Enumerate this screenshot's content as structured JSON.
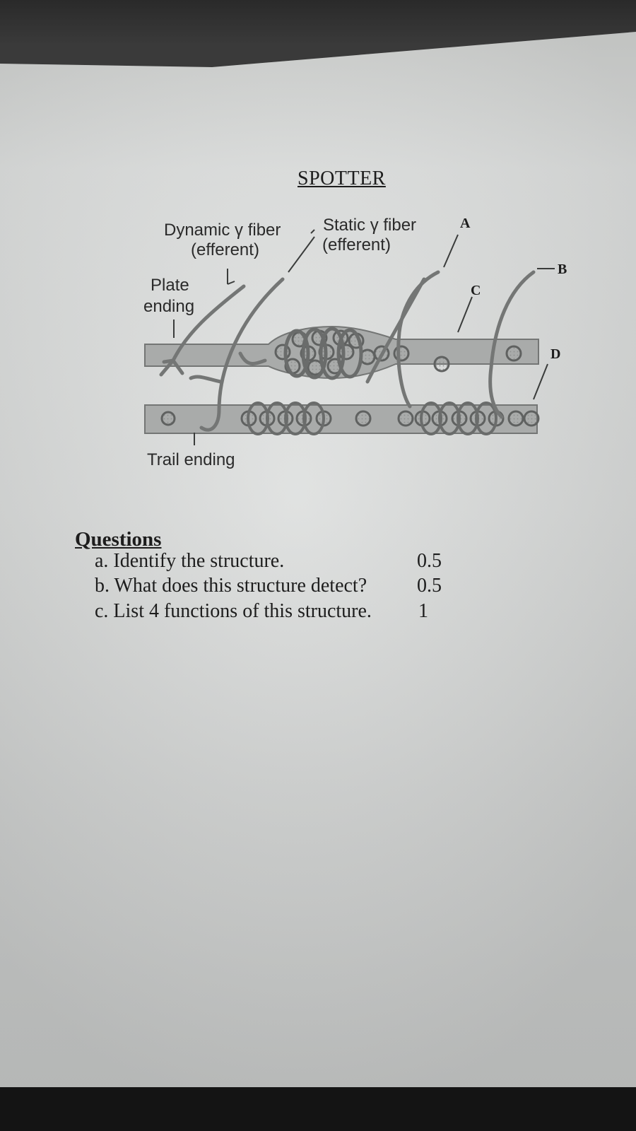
{
  "sheet": {
    "title": "SPOTTER"
  },
  "diagram": {
    "labels": {
      "dynamic_line1": "Dynamic γ fiber",
      "dynamic_line2": "(efferent)",
      "static_line1": "Static γ fiber",
      "static_line2": "(efferent)",
      "plate_line1": "Plate",
      "plate_line2": "ending",
      "trail": "Trail ending",
      "letter_a": "A",
      "letter_b": "B",
      "letter_c": "C",
      "letter_d": "D"
    }
  },
  "questions": {
    "heading": "Questions",
    "items": [
      {
        "text": "a. Identify the structure.",
        "marks": "0.5"
      },
      {
        "text": "b. What does this structure detect?",
        "marks": "0.5"
      },
      {
        "text": "c. List 4 functions of this structure.",
        "marks": "1"
      }
    ]
  },
  "colors": {
    "paper": "#dcdedd",
    "ink": "#1d1d1d",
    "fiber_fill": "#a8aaa9",
    "fiber_stroke": "#6a6c6b",
    "nerve": "#7a7c7b"
  }
}
